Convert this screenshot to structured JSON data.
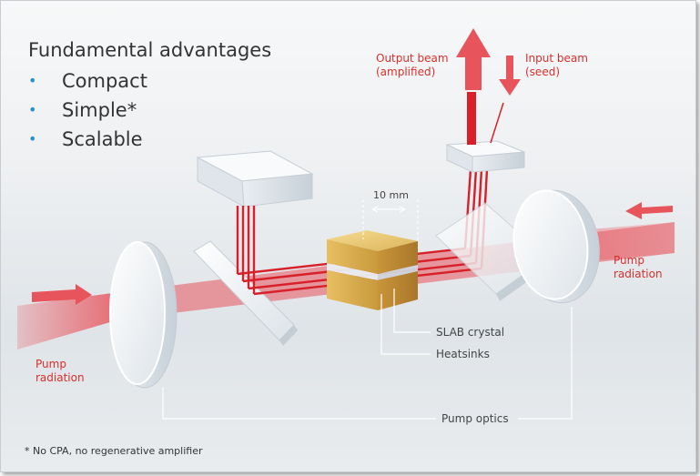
{
  "advantages": {
    "title": "Fundamental advantages",
    "items": [
      "Compact",
      "Simple*",
      "Scalable"
    ]
  },
  "labels": {
    "output_beam": "Output beam",
    "output_beam_sub": "(amplified)",
    "input_beam": "Input beam",
    "input_beam_sub": "(seed)",
    "dimension": "10 mm",
    "pump_left": "Pump",
    "pump_left_sub": "radiation",
    "pump_right": "Pump",
    "pump_right_sub": "radiation",
    "slab_crystal": "SLAB crystal",
    "heatsinks": "Heatsinks",
    "pump_optics": "Pump optics"
  },
  "footnote": "* No CPA, no regenerative amplifier",
  "colors": {
    "beam": "#d8202a",
    "pump": "#e8545c",
    "accent_text": "#d9302c",
    "gold": "#d9aa45",
    "bullet": "#2a8fd0"
  }
}
